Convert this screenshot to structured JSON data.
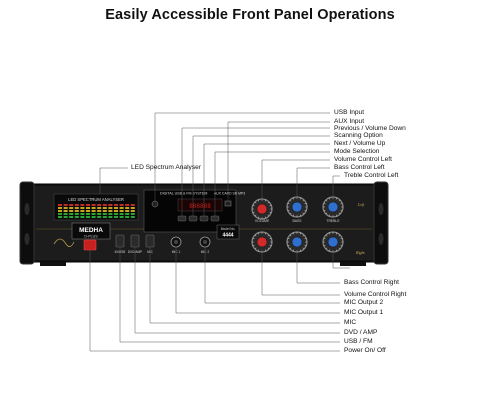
{
  "title": "Easily Accessible Front Panel Operations",
  "callouts_top": [
    "USB Input",
    "AUX Input",
    "Previous / Volume Down",
    "Scanning Option",
    "Next / Volume Up",
    "Mode Selection",
    "Volume Control Left",
    "Bass Control Left",
    "Treble Control Left"
  ],
  "callout_left": "LED Spectrum Analyser",
  "callouts_bottom": [
    "Bass Control Right",
    "Volume Control Right",
    "MIC Output 2",
    "MIC Output 1",
    "MIC",
    "DVD / AMP",
    "USB / FM",
    "Power On/ Off"
  ],
  "device": {
    "analyser_label": "LED SPECTRUM ANALYSER",
    "system_label": "DIGITAL USB & FM SYSTEM",
    "system_sub": "AUX CARD SD MP3",
    "brand": "MEDHA",
    "brand_sub": "D-PLUS",
    "model_label": "Model No.",
    "model_number": "4444",
    "switch_labels": [
      "IN/USB",
      "DVD/AMP",
      "MIC"
    ],
    "mic_labels": [
      "MIC 1",
      "MIC 2"
    ],
    "knob_labels": [
      "VOLUME",
      "BASS",
      "TREBLE"
    ],
    "side_label_top": "Left",
    "side_label_bottom": "Right",
    "display_text": "888888"
  }
}
